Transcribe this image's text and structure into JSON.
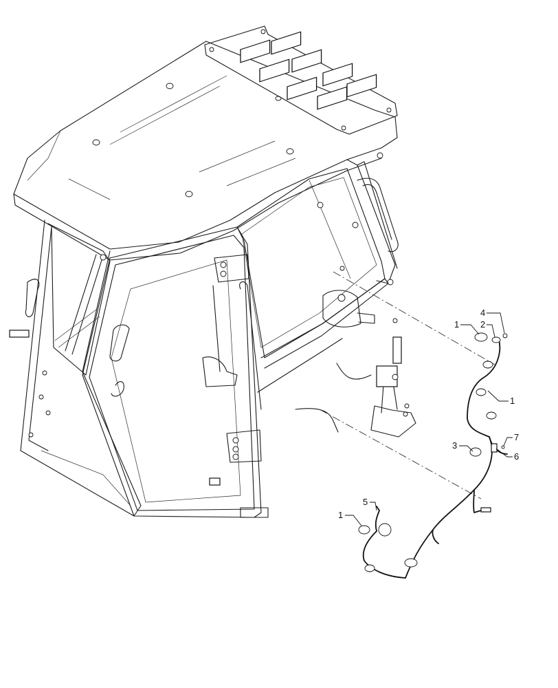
{
  "callouts": [
    {
      "id": "c1a",
      "label": "1"
    },
    {
      "id": "c2",
      "label": "2"
    },
    {
      "id": "c4",
      "label": "4"
    },
    {
      "id": "c1b",
      "label": "1"
    },
    {
      "id": "c3",
      "label": "3"
    },
    {
      "id": "c7",
      "label": "7"
    },
    {
      "id": "c6",
      "label": "6"
    },
    {
      "id": "c5",
      "label": "5"
    },
    {
      "id": "c1c",
      "label": "1"
    }
  ]
}
